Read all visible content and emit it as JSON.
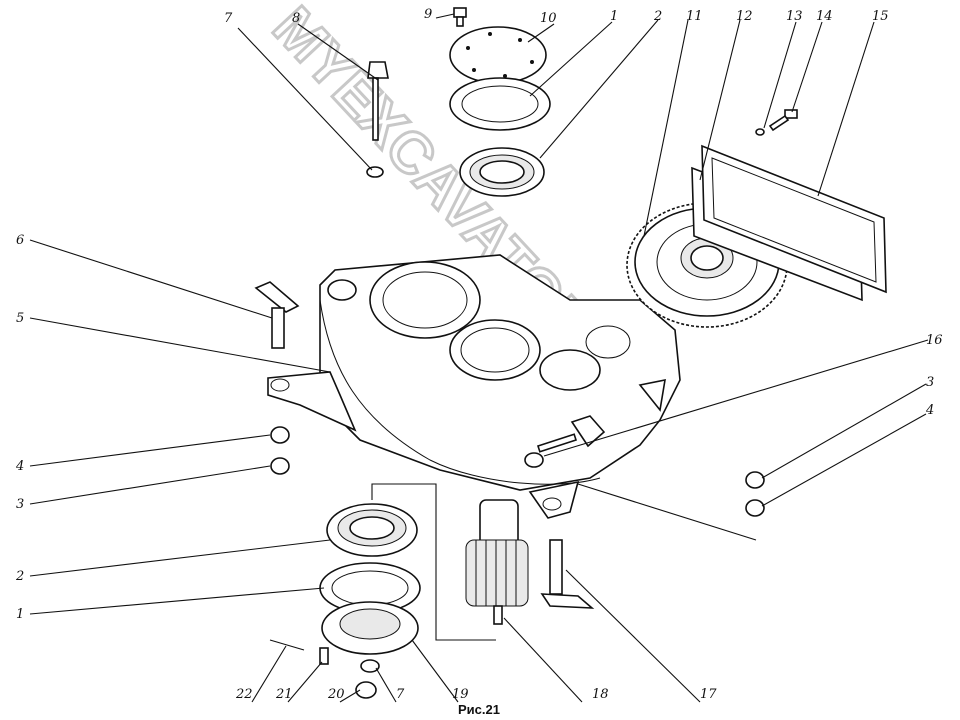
{
  "figure_caption": "Рис.21",
  "watermark": "MYEXCAVATOR.RU",
  "callouts": [
    "1",
    "2",
    "3",
    "4",
    "5",
    "6",
    "7",
    "8",
    "9",
    "10",
    "11",
    "12",
    "13",
    "14",
    "15",
    "16",
    "17",
    "18",
    "19",
    "20",
    "21",
    "22"
  ],
  "labels": {
    "l7a": "7",
    "l8": "8",
    "l9": "9",
    "l10": "10",
    "l1a": "1",
    "l2a": "2",
    "l11": "11",
    "l12": "12",
    "l13": "13",
    "l14": "14",
    "l15": "15",
    "l6": "6",
    "l5": "5",
    "l16": "16",
    "l3r": "3",
    "l4r": "4",
    "l4l": "4",
    "l3l": "3",
    "l2b": "2",
    "l1b": "1",
    "l22": "22",
    "l21": "21",
    "l20": "20",
    "l7b": "7",
    "l19": "19",
    "l18": "18",
    "l17": "17"
  }
}
